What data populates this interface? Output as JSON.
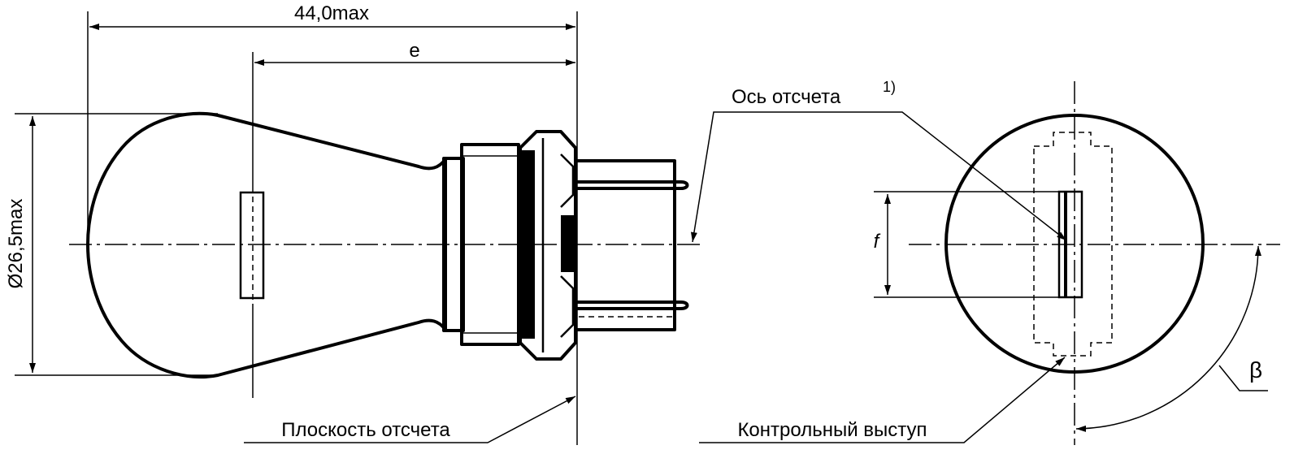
{
  "labels": {
    "overall_length": "44,0max",
    "distance_e": "e",
    "diameter": "Ø26,5max",
    "reference_axis": "Ось отсчета",
    "footnote_mark": "1)",
    "reference_plane": "Плоскость отсчета",
    "f_dimension": "f",
    "control_lug": "Контрольный выступ",
    "angle_beta": "β"
  }
}
